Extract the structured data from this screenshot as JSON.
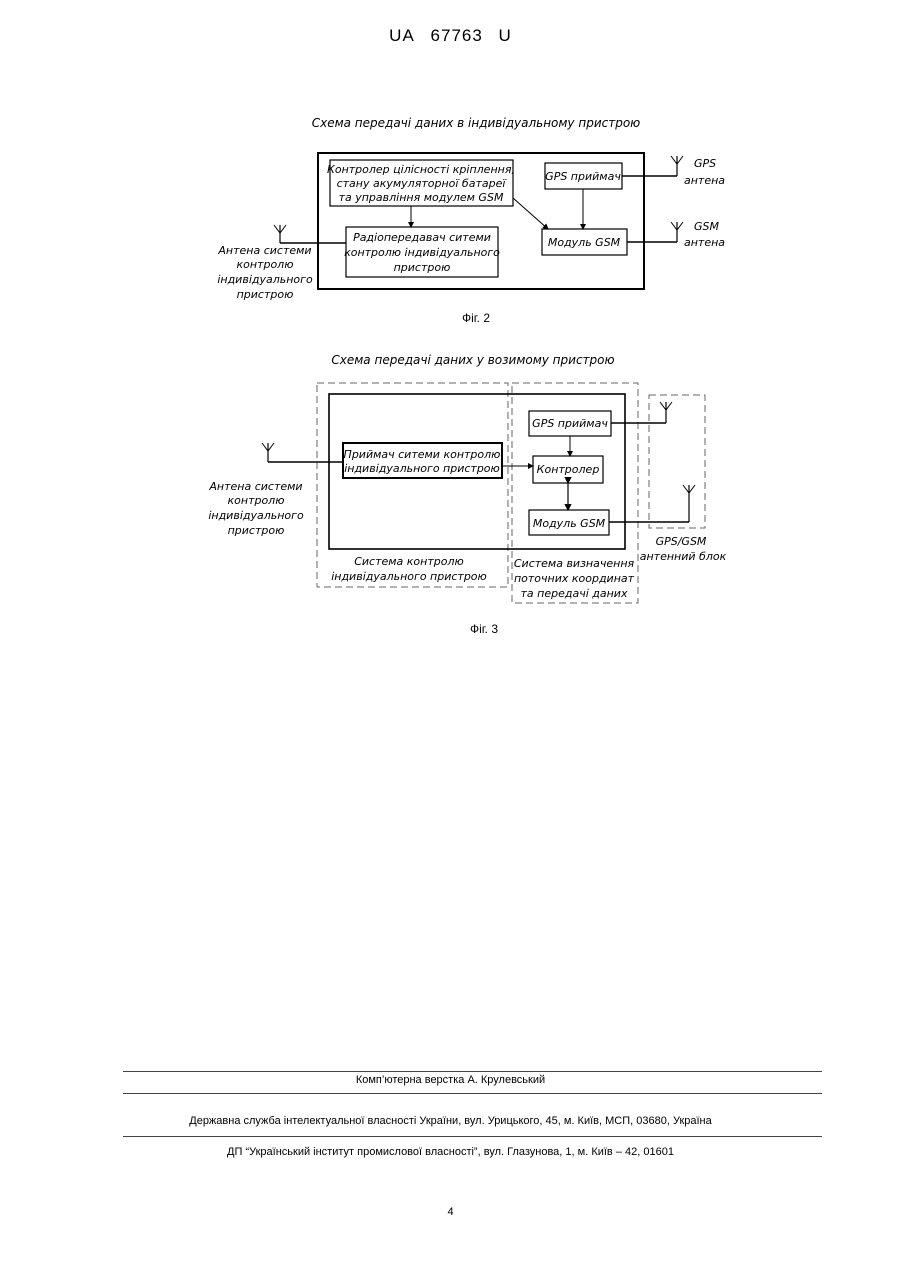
{
  "header": {
    "country": "UA",
    "number": "67763",
    "kind": "U"
  },
  "fig2": {
    "title": "Схема передачі даних в індивідуальному пристрою",
    "caption": "Фіг. 2",
    "controller_lines": [
      "Контролер цілісності кріплення,",
      "стану акумуляторної батареї",
      "та управління модулем GSM"
    ],
    "gps_receiver": "GPS приймач",
    "gsm_module": "Модуль GSM",
    "radio_lines": [
      "Радіопередавач ситеми",
      "контролю індивідуального",
      "пристрою"
    ],
    "gps_antenna_lines": [
      "GPS",
      "антена"
    ],
    "gsm_antenna_lines": [
      "GSM",
      "антена"
    ],
    "system_antenna_lines": [
      "Антена системи",
      "контролю",
      "індивідуального",
      "пристрою"
    ]
  },
  "fig3": {
    "title": "Схема передачі даних у возимому пристрою",
    "caption": "Фіг. 3",
    "receiver_lines": [
      "Приймач ситеми контролю",
      "індивідуального пристрою"
    ],
    "gps_receiver": "GPS приймач",
    "controller": "Контролер",
    "gsm_module": "Модуль GSM",
    "system_antenna_lines": [
      "Антена системи",
      "контролю",
      "індивідуального",
      "пристрою"
    ],
    "control_system_lines": [
      "Система контролю",
      "індивідуального пристрою"
    ],
    "coord_system_lines": [
      "Система визначення",
      "поточних координат",
      "та передачі даних"
    ],
    "antenna_block_lines": [
      "GPS/GSM",
      "антенний блок"
    ]
  },
  "footer": {
    "layout": "Комп’ютерна верстка А. Крулевський",
    "agency": "Державна служба інтелектуальної власності України, вул. Урицького, 45, м. Київ, МСП, 03680, Україна",
    "institute": "ДП “Український інститут промислової власності”, вул. Глазунова, 1, м. Київ – 42, 01601"
  },
  "page_number": "4"
}
